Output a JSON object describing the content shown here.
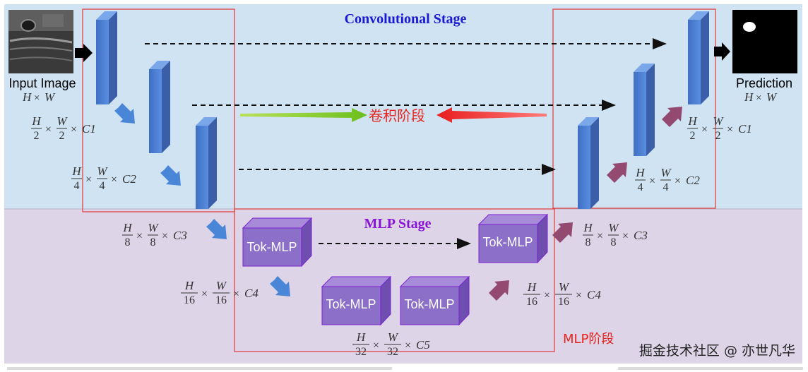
{
  "titles": {
    "conv_stage": "Convolutional Stage",
    "mlp_stage": "MLP Stage"
  },
  "labels": {
    "input": "Input Image",
    "prediction": "Prediction",
    "chinese_conv": "卷积阶段",
    "chinese_mlp": "MLP阶段",
    "watermark": "掘金技术社区 @ 亦世凡华"
  },
  "blocks": {
    "tok_mlp": "Tok-MLP"
  },
  "dims": {
    "hw": {
      "num": "H",
      "den": "W"
    },
    "d1": {
      "h": "H",
      "hd": "2",
      "w": "W",
      "wd": "2",
      "c": "C1"
    },
    "d2": {
      "h": "H",
      "hd": "4",
      "w": "W",
      "wd": "4",
      "c": "C2"
    },
    "d3": {
      "h": "H",
      "hd": "8",
      "w": "W",
      "wd": "8",
      "c": "C3"
    },
    "d4": {
      "h": "H",
      "hd": "16",
      "w": "W",
      "wd": "16",
      "c": "C4"
    },
    "d5": {
      "h": "H",
      "hd": "32",
      "w": "W",
      "wd": "32",
      "c": "C5"
    }
  },
  "colors": {
    "conv_bg": "#cfe3f2",
    "mlp_bg": "#ddd4e8",
    "conv_title": "#1a1ad6",
    "mlp_title": "#8a14d6",
    "box_red": "#e23a3a",
    "conv_block": "#4a7fd4",
    "tok_block": "#8c6fc9"
  }
}
